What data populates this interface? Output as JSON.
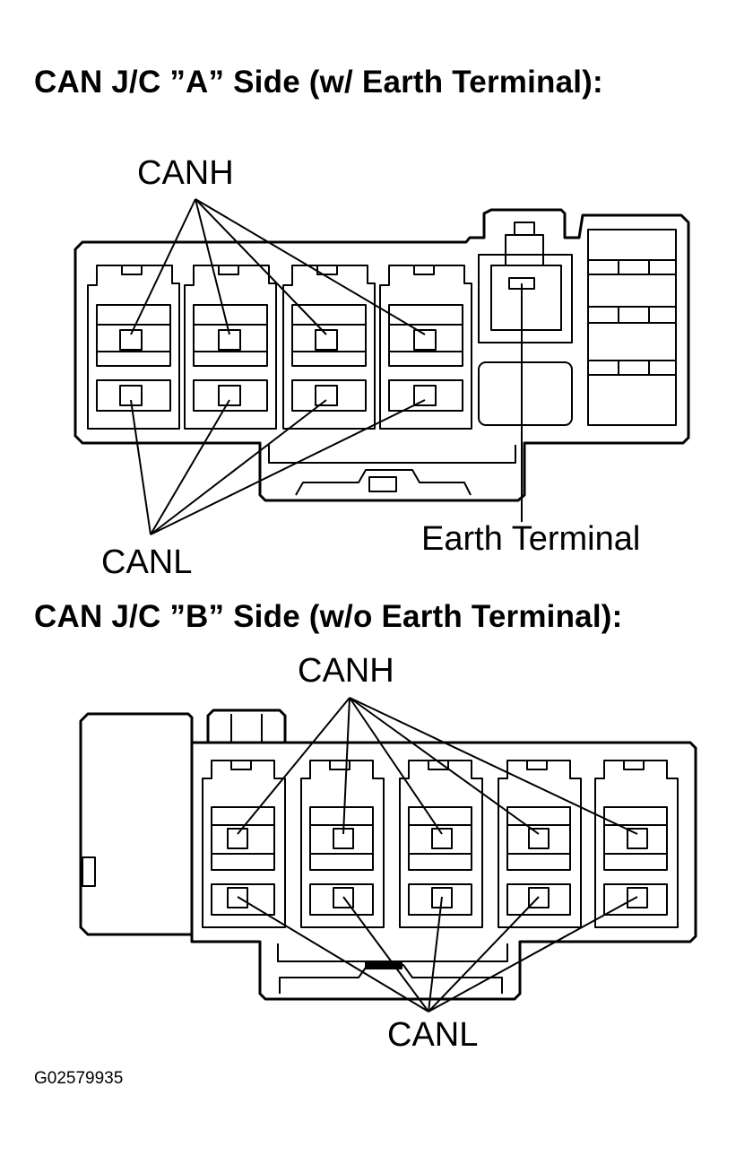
{
  "side_a": {
    "heading": "CAN J/C ”A” Side (w/ Earth Terminal):",
    "canh_label": "CANH",
    "canl_label": "CANL",
    "earth_label": "Earth Terminal"
  },
  "side_b": {
    "heading": "CAN J/C ”B” Side (w/o Earth Terminal):",
    "canh_label": "CANH",
    "canl_label": "CANL"
  },
  "figure_code": "G02579935"
}
